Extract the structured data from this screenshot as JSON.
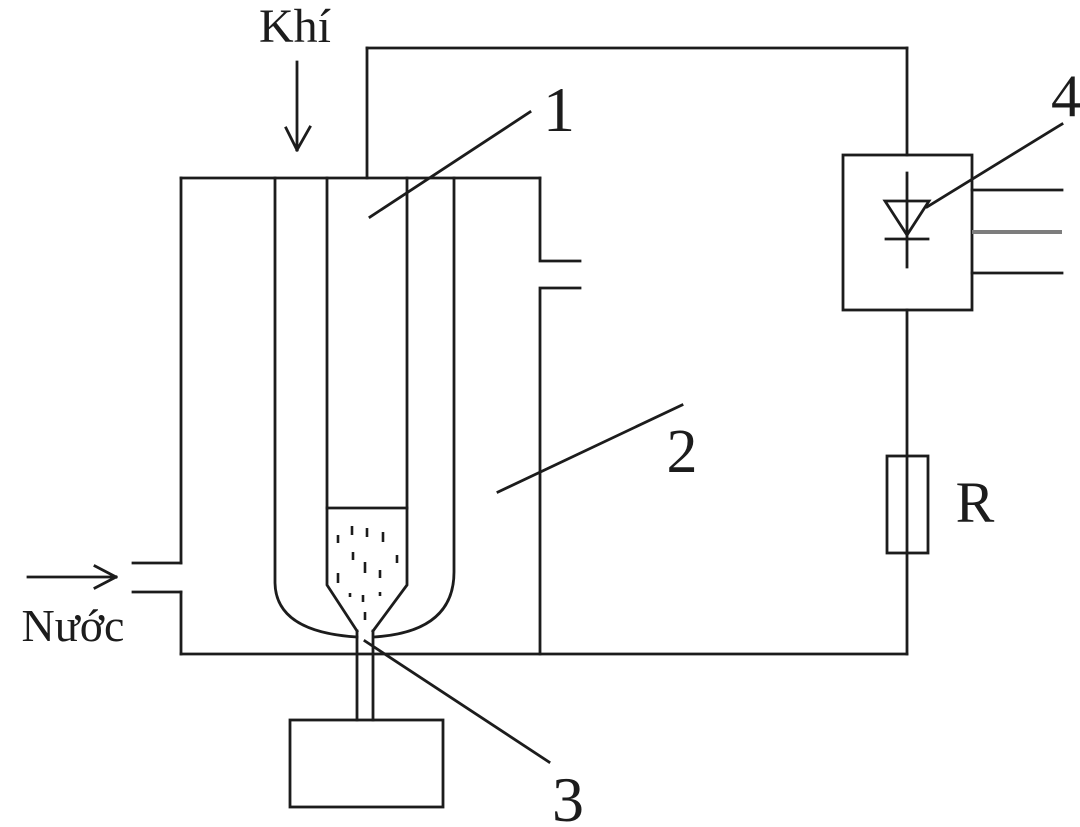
{
  "labels": {
    "gas": "Khí",
    "water": "Nước",
    "part_1": "1",
    "part_2": "2",
    "part_3": "3",
    "part_4": "4",
    "resistor": "R"
  },
  "colors": {
    "line": "#1c1c1c",
    "secondary_line": "#7d7d7d",
    "background": "#ffffff"
  }
}
